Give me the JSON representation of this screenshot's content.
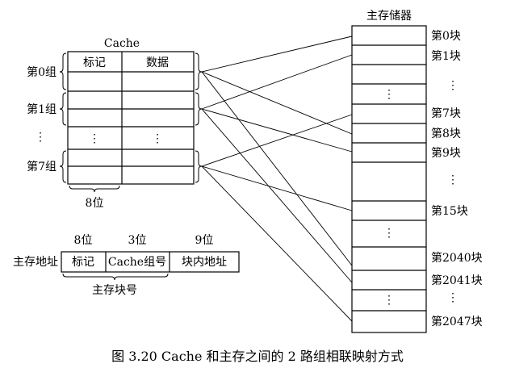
{
  "cache": {
    "title": "Cache",
    "col_tag": "标记",
    "col_data": "数据",
    "group_labels": [
      "第0组",
      "第1组",
      "⋮",
      "第7组"
    ],
    "row_ellipsis": "⋮",
    "width_label": "8位"
  },
  "memory": {
    "title": "主存储器",
    "block_labels": [
      "第0块",
      "第1块",
      "⋮",
      "第7块",
      "第8块",
      "第9块",
      "⋮",
      "第15块",
      "第2040块",
      "第2041块",
      "⋮",
      "第2047块"
    ],
    "ellipsis": "⋮"
  },
  "address": {
    "label": "主存地址",
    "fields": [
      "标记",
      "Cache组号",
      "块内地址"
    ],
    "bits": [
      "8位",
      "3位",
      "9位"
    ],
    "block_number_label": "主存块号"
  },
  "caption": "图 3.20    Cache 和主存之间的 2 路组相联映射方式"
}
